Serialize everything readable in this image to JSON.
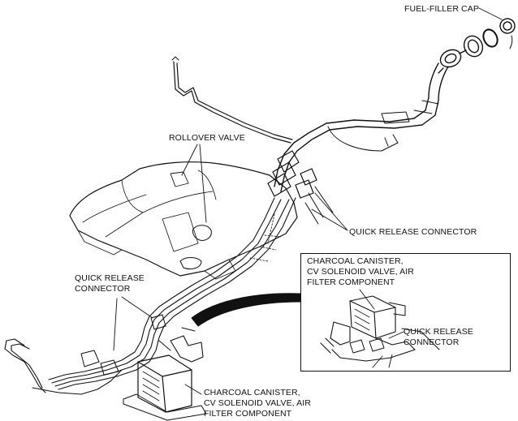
{
  "labels": {
    "fuel_filler_cap": "FUEL-FILLER CAP",
    "rollover_valve": "ROLLOVER VALVE",
    "quick_release_connector_right": "QUICK RELEASE CONNECTOR",
    "quick_release_connector_left_line1": "QUICK RELEASE",
    "quick_release_connector_left_line2": "CONNECTOR",
    "inset_canister_line1": "CHARCOAL CANISTER,",
    "inset_canister_line2": "CV SOLENOID VALVE, AIR",
    "inset_canister_line3": "FILTER COMPONENT",
    "inset_connector_line1": "QUICK RELEASE",
    "inset_connector_line2": "CONNECTOR",
    "bottom_canister_line1": "CHARCOAL CANISTER,",
    "bottom_canister_line2": "CV SOLENOID VALVE, AIR",
    "bottom_canister_line3": "FILTER COMPONENT"
  }
}
